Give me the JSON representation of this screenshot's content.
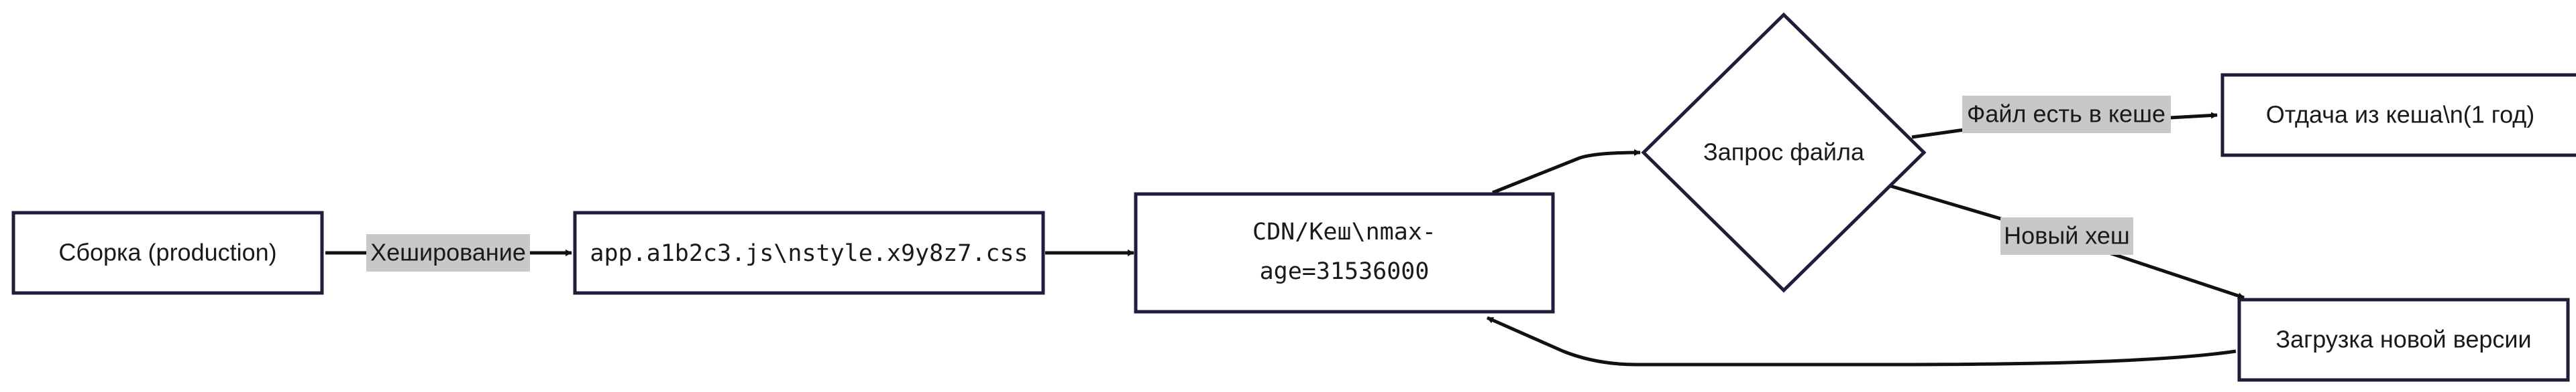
{
  "nodes": {
    "build": "Сборка (production)",
    "files": "app.a1b2c3.js\\nstyle.x9y8z7.css",
    "cdn_line1": "CDN/Кеш\\nmax-",
    "cdn_line2": "age=31536000",
    "request": "Запрос файла",
    "serve": "Отдача из кеша\\n(1 год)",
    "download": "Загрузка новой версии"
  },
  "edges": {
    "hashing": "Хеширование",
    "file_in_cache": "Файл есть в кеше",
    "new_hash": "Новый хеш"
  },
  "colors": {
    "node_border": "#1f1d3a",
    "edge": "#111111",
    "label_bg": "#c8c8c8"
  }
}
